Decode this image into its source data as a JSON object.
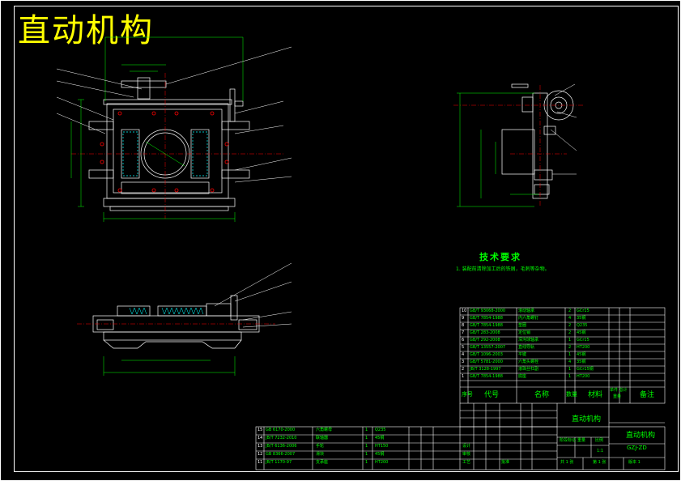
{
  "drawing": {
    "title": "直动机构",
    "tech_title": "技术要求",
    "tech_note": "1. 装配前清除加工后的铁屑，毛刺等杂物。"
  },
  "bom_header": {
    "seq": "序号",
    "code": "代号",
    "name": "名称",
    "qty": "数量",
    "material": "材料",
    "unit_total": "单件 总计",
    "weight": "重量",
    "remark": "备注"
  },
  "bom_rows": [
    {
      "seq": "10",
      "code": "GB/T 93068-2000",
      "name": "滚动轴承",
      "qty": "2",
      "material": "GCr15"
    },
    {
      "seq": "9",
      "code": "GB/T 7854-1988",
      "name": "内六角螺钉",
      "qty": "4",
      "material": "35钢"
    },
    {
      "seq": "8",
      "code": "GB/T 7854-1988",
      "name": "垫圈",
      "qty": "2",
      "material": "Q235"
    },
    {
      "seq": "7",
      "code": "GB/T 283-2008",
      "name": "定位销",
      "qty": "2",
      "material": "45钢"
    },
    {
      "seq": "6",
      "code": "GB/T 292-2008",
      "name": "深沟球轴承",
      "qty": "1",
      "material": "GCr15"
    },
    {
      "seq": "5",
      "code": "GB/T 13557-2007",
      "name": "直线导轨",
      "qty": "2",
      "material": "HT200"
    },
    {
      "seq": "4",
      "code": "GB/T 1096-2003",
      "name": "平键",
      "qty": "1",
      "material": "45钢"
    },
    {
      "seq": "3",
      "code": "GB/T 5781-2000",
      "name": "六角头螺栓",
      "qty": "4",
      "material": "35钢"
    },
    {
      "seq": "2",
      "code": "JB/T 3128-1997",
      "name": "滚珠丝杠副",
      "qty": "1",
      "material": "GCr15钢"
    },
    {
      "seq": "1",
      "code": "GB/T 7854-1988",
      "name": "底座",
      "qty": "1",
      "material": "HT200"
    }
  ],
  "bom_rows2": [
    {
      "seq": "15",
      "code": "GB 6170-2000",
      "name": "六角螺母",
      "qty": "1",
      "material": "Q235"
    },
    {
      "seq": "14",
      "code": "JB/T 7232-2010",
      "name": "联轴器",
      "qty": "1",
      "material": "45钢"
    },
    {
      "seq": "13",
      "code": "JB/T 6136-2006",
      "name": "手轮",
      "qty": "1",
      "material": "HT150"
    },
    {
      "seq": "12",
      "code": "GB 8366-2007",
      "name": "滑块",
      "qty": "1",
      "material": "45钢"
    },
    {
      "seq": "11",
      "code": "JB/T 1170-97",
      "name": "支承座",
      "qty": "1",
      "material": "HT200"
    }
  ],
  "title_block": {
    "design_label": "设计",
    "check_label": "审核",
    "craft_label": "工艺",
    "approve_label": "批准",
    "stage_label": "阶段标记",
    "weight_label": "重量",
    "scale_label": "比例",
    "scale": "1:1",
    "drawing_name": "直动机构",
    "drawing_no": "GZJ-ZD",
    "sheet_total": "共 1 张",
    "sheet_no": "第 1 张",
    "version": "版本 1"
  },
  "colors": {
    "line": "#ffffff",
    "dim": "#00ff00",
    "center": "#ff0000",
    "title": "#ffff00",
    "hidden": "#00ffff",
    "leader": "#ffffff"
  }
}
